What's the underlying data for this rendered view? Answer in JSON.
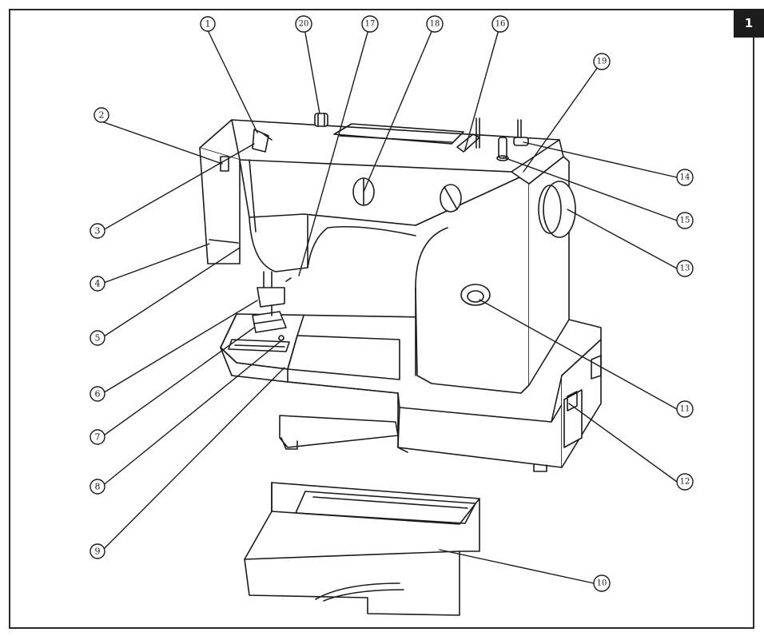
{
  "page_badge": "1",
  "callouts": [
    {
      "id": "callout-1",
      "label": "1"
    },
    {
      "id": "callout-2",
      "label": "2"
    },
    {
      "id": "callout-3",
      "label": "3"
    },
    {
      "id": "callout-4",
      "label": "4"
    },
    {
      "id": "callout-5",
      "label": "5"
    },
    {
      "id": "callout-6",
      "label": "6"
    },
    {
      "id": "callout-7",
      "label": "7"
    },
    {
      "id": "callout-8",
      "label": "8"
    },
    {
      "id": "callout-9",
      "label": "9"
    },
    {
      "id": "callout-10",
      "label": "10"
    },
    {
      "id": "callout-11",
      "label": "11"
    },
    {
      "id": "callout-12",
      "label": "12"
    },
    {
      "id": "callout-13",
      "label": "13"
    },
    {
      "id": "callout-14",
      "label": "14"
    },
    {
      "id": "callout-15",
      "label": "15"
    },
    {
      "id": "callout-16",
      "label": "16"
    },
    {
      "id": "callout-17",
      "label": "17"
    },
    {
      "id": "callout-18",
      "label": "18"
    },
    {
      "id": "callout-19",
      "label": "19"
    },
    {
      "id": "callout-20",
      "label": "20"
    }
  ],
  "colors": {
    "line": "#1a1a1a",
    "badge_bg": "#1c1c1c",
    "badge_text": "#ffffff",
    "paper": "#ffffff"
  }
}
